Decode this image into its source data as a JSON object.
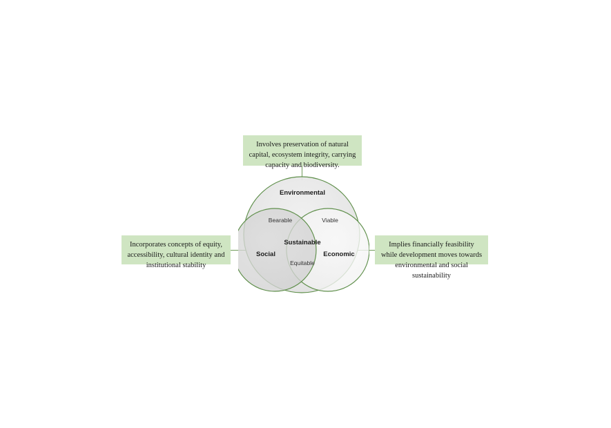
{
  "diagram": {
    "type": "venn-3-circle",
    "title_implied": "Sustainable Development Venn Diagram",
    "circles": [
      {
        "key": "environmental",
        "label": "Environmental"
      },
      {
        "key": "social",
        "label": "Social"
      },
      {
        "key": "economic",
        "label": "Economic"
      }
    ],
    "intersections": [
      {
        "key": "bearable",
        "label": "Bearable",
        "between": "Environmental + Social"
      },
      {
        "key": "viable",
        "label": "Viable",
        "between": "Environmental + Economic"
      },
      {
        "key": "equitable",
        "label": "Equitable",
        "between": "Social + Economic"
      },
      {
        "key": "sustainable",
        "label": "Sustainable",
        "between": "All three"
      }
    ],
    "callouts": [
      {
        "key": "environmental-callout",
        "position": "top",
        "text": "Involves preservation of natural capital, ecosystem integrity, carrying capacity and biodiversity."
      },
      {
        "key": "social-callout",
        "position": "left",
        "text": "Incorporates concepts of equity, accessibility, cultural identity and institutional stability"
      },
      {
        "key": "economic-callout",
        "position": "right",
        "text": "Implies financially feasibility while development moves towards environmental and social sustainability"
      }
    ],
    "colors": {
      "callout_background": "#cfe5c2",
      "connector_line": "#6f9a59",
      "circle_stroke": "#5f8f4b",
      "circle_fill_social": "#d6d6d6",
      "circle_fill_environmental": "#e3e3e3",
      "circle_fill_economic": "#f2f2f2",
      "page_background": "#ffffff",
      "label_text": "#2b2b2b"
    }
  }
}
